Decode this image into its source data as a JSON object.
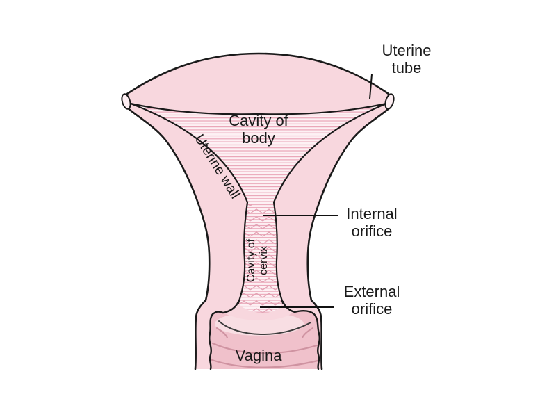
{
  "figure": {
    "type": "anatomical-diagram",
    "subject": "Coronal section of the uterus and vagina",
    "background": "#ffffff"
  },
  "labels": {
    "uterine_tube": "Uterine tube",
    "cavity_of_body": "Cavity of body",
    "uterine_wall": "Uterine wall",
    "internal_orifice": "Internal orifice",
    "cavity_of_cervix": "Cavity of cervix",
    "external_orifice": "External orifice",
    "vagina": "Vagina"
  },
  "colors": {
    "outline": "#1a1a1a",
    "tissue_pink": "#f8d7de",
    "cavity_light": "#fdf1f4",
    "hatch_pink": "#e9a4b6",
    "tube_lumen": "#fdeef2",
    "vagina_inner": "#f0c1cb",
    "vault_glow": "#f8dfe4",
    "rugae": "#cf93a1",
    "vault_line": "#3d3d3d",
    "label_text": "#1a1a1a"
  }
}
